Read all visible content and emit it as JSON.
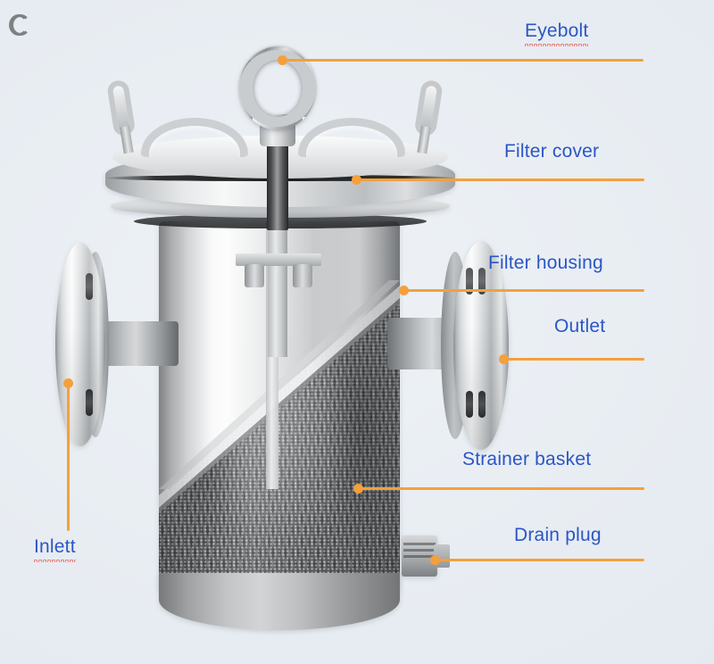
{
  "diagram": {
    "title": "Basket strainer cutaway diagram",
    "background_color": "#e9eef3",
    "label_color": "#2a56c6",
    "leader_color": "#f4a03c",
    "spellcheck_underline_color": "#e23b2e"
  },
  "callouts": [
    {
      "id": "eyebolt",
      "label": "Eyebolt",
      "misspelled": true,
      "leader": "horizontal"
    },
    {
      "id": "filter-cover",
      "label": "Filter cover",
      "misspelled": false,
      "leader": "horizontal"
    },
    {
      "id": "filter-housing",
      "label": "Filter housing",
      "misspelled": false,
      "leader": "horizontal"
    },
    {
      "id": "outlet",
      "label": "Outlet",
      "misspelled": false,
      "leader": "horizontal"
    },
    {
      "id": "strainer-basket",
      "label": "Strainer basket",
      "misspelled": false,
      "leader": "horizontal"
    },
    {
      "id": "drain-plug",
      "label": "Drain plug",
      "misspelled": false,
      "leader": "horizontal"
    },
    {
      "id": "inlet",
      "label": "Inlett",
      "misspelled": true,
      "leader": "vertical"
    }
  ],
  "labels": {
    "eyebolt": "Eyebolt",
    "filter_cover": "Filter cover",
    "filter_housing": "Filter housing",
    "outlet": "Outlet",
    "strainer_basket": "Strainer basket",
    "drain_plug": "Drain plug",
    "inlet": "Inlett"
  }
}
